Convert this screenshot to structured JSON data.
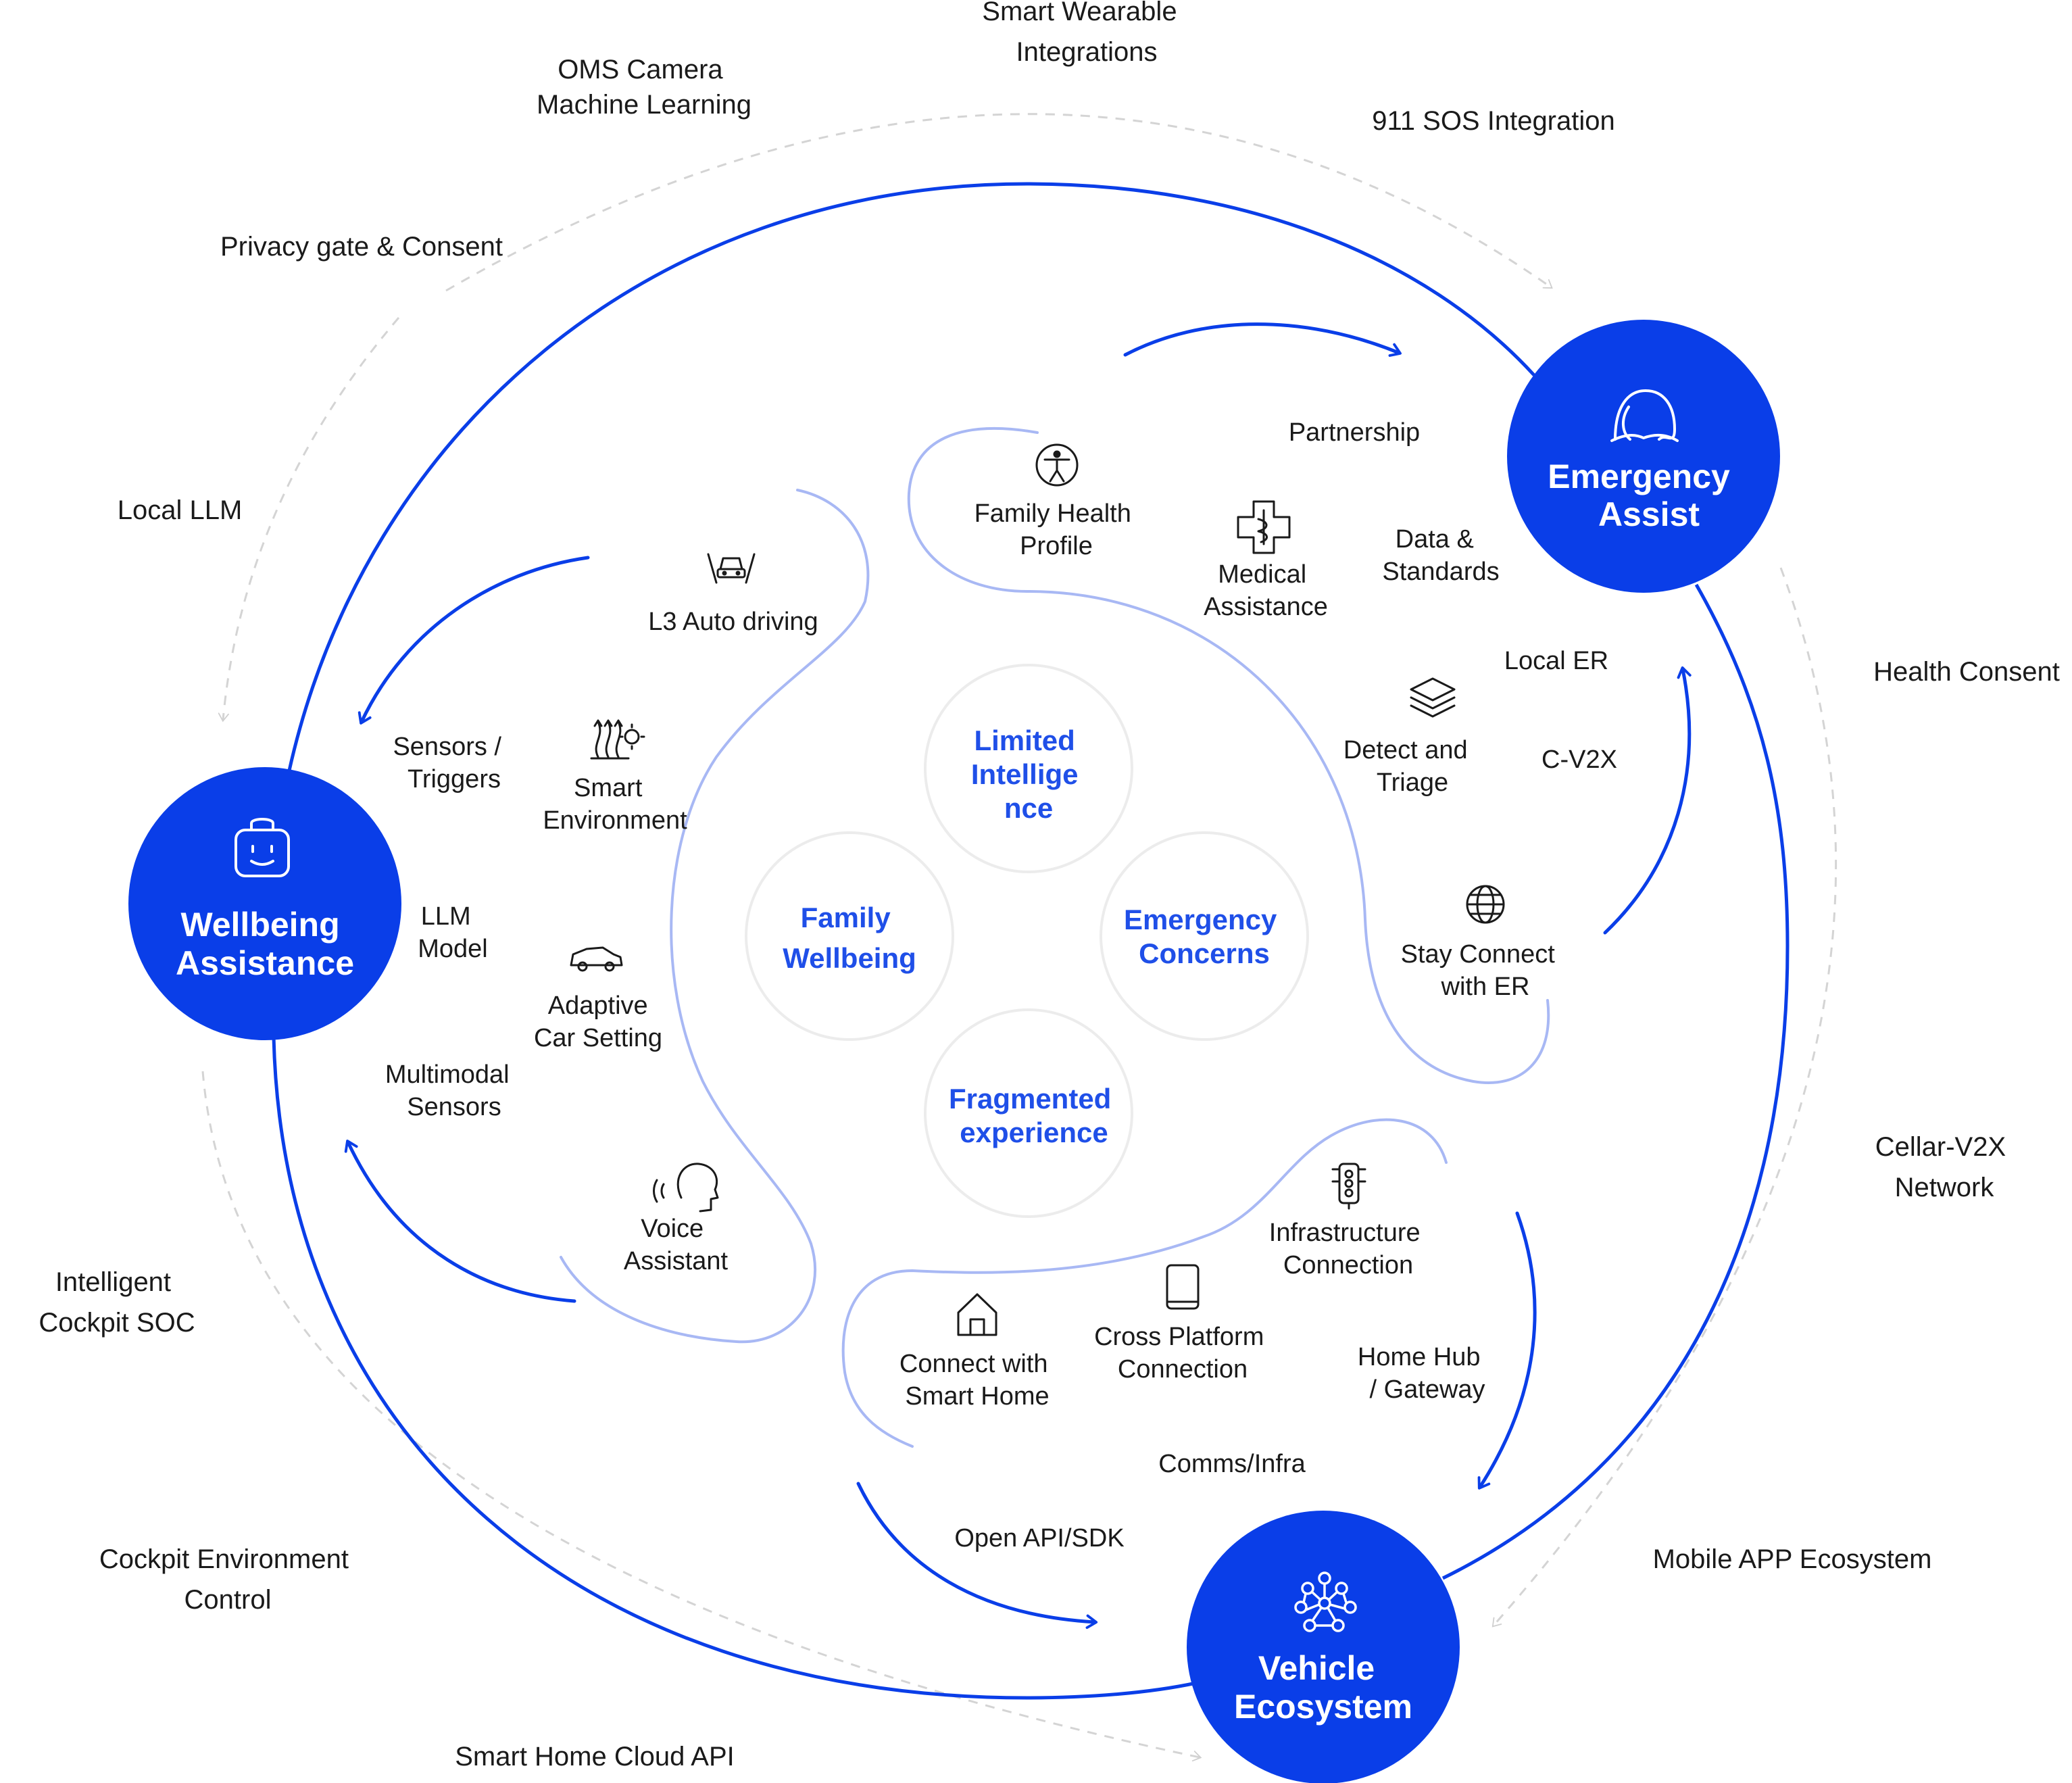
{
  "colors": {
    "primary_blue": "#0a3ee8",
    "light_blue": "#a8b8f4",
    "dashed_grey": "#d4d4d4",
    "core_ring": "#ececec",
    "text_dark": "#1a1a1a",
    "core_text": "#1f4fe8"
  },
  "hubs": {
    "emergency": {
      "label": [
        "Emergency",
        "Assist"
      ],
      "icon": "person-profile-icon"
    },
    "wellbeing": {
      "label": [
        "Wellbeing",
        "Assistance"
      ],
      "icon": "robot-face-icon"
    },
    "vehicle": {
      "label": [
        "Vehicle",
        "Ecosystem"
      ],
      "icon": "network-nodes-icon"
    }
  },
  "core_concerns": {
    "limited": [
      "Limited",
      "Intellige",
      "nce"
    ],
    "family": [
      "Family",
      "Wellbeing"
    ],
    "emergency": [
      "Emergency",
      "Concerns"
    ],
    "fragmented": [
      "Fragmented",
      "experience"
    ]
  },
  "outer_labels": {
    "smart_wearable": [
      "Smart Wearable",
      "Integrations"
    ],
    "oms_camera": [
      "OMS Camera",
      "Machine Learning"
    ],
    "sos": [
      "911 SOS Integration"
    ],
    "privacy": [
      "Privacy gate & Consent"
    ],
    "local_llm": [
      "Local LLM"
    ],
    "health_consent": [
      "Health Consent"
    ],
    "cellar_v2x": [
      "Cellar-V2X",
      "Network"
    ],
    "intelligent_cockpit": [
      "Intelligent",
      "Cockpit SOC"
    ],
    "cockpit_env": [
      "Cockpit Environment",
      "Control"
    ],
    "mobile_app": [
      "Mobile APP Ecosystem"
    ],
    "smart_home_cloud": [
      "Smart Home Cloud API"
    ]
  },
  "ring_labels": {
    "partnership": [
      "Partnership"
    ],
    "data_standards": [
      "Data &",
      "Standards"
    ],
    "local_er": [
      "Local ER"
    ],
    "c_v2x": [
      "C-V2X"
    ],
    "sensors_triggers": [
      "Sensors /",
      "Triggers"
    ],
    "llm_model": [
      "LLM",
      "Model"
    ],
    "multimodal": [
      "Multimodal",
      "Sensors"
    ],
    "home_hub": [
      "Home Hub",
      "/ Gateway"
    ],
    "comms_infra": [
      "Comms/Infra"
    ],
    "open_api": [
      "Open API/SDK"
    ]
  },
  "features": {
    "family_health": {
      "label": [
        "Family Health",
        "Profile"
      ],
      "icon": "accessibility-person-icon"
    },
    "medical": {
      "label": [
        "Medical",
        "Assistance"
      ],
      "icon": "medical-cross-icon"
    },
    "detect_triage": {
      "label": [
        "Detect and",
        "Triage"
      ],
      "icon": "layers-stack-icon"
    },
    "stay_connect": {
      "label": [
        "Stay Connect",
        "with ER"
      ],
      "icon": "globe-icon"
    },
    "l3_driving": {
      "label": [
        "L3 Auto driving"
      ],
      "icon": "car-road-icon"
    },
    "smart_env": {
      "label": [
        "Smart",
        "Environment"
      ],
      "icon": "climate-heat-icon"
    },
    "adaptive_car": {
      "label": [
        "Adaptive",
        "Car Setting"
      ],
      "icon": "car-side-icon"
    },
    "voice": {
      "label": [
        "Voice",
        "Assistant"
      ],
      "icon": "voice-head-icon"
    },
    "infrastructure": {
      "label": [
        "Infrastructure",
        "Connection"
      ],
      "icon": "traffic-light-icon"
    },
    "cross_platform": {
      "label": [
        "Cross Platform",
        "Connection"
      ],
      "icon": "tablet-icon"
    },
    "smart_home": {
      "label": [
        "Connect with",
        "Smart Home"
      ],
      "icon": "house-icon"
    }
  }
}
